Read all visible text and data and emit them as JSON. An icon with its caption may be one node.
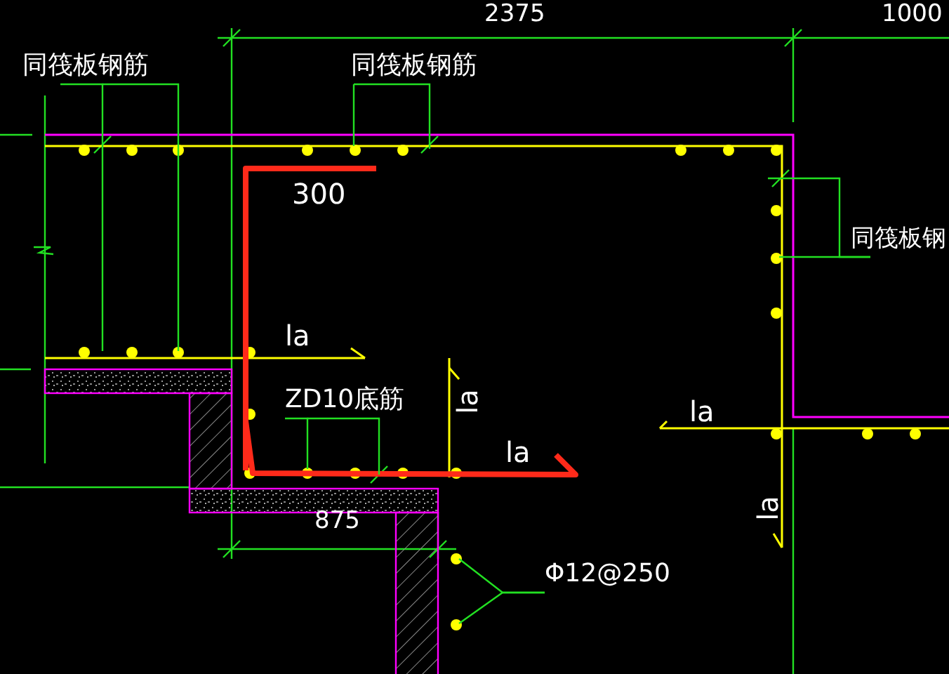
{
  "diagram": {
    "nodes": [
      {
        "text": [
          "同筏板钢筋"
        ]
      },
      {
        "text": [
          "同筏板钢筋"
        ]
      },
      {
        "text": [
          "同筏板钢"
        ]
      },
      {
        "text": [
          "ZD10底筋"
        ]
      },
      {
        "text": [
          "Φ12@250"
        ]
      }
    ],
    "edges": [
      {
        "from": 0,
        "to": null,
        "arrow": "none"
      },
      {
        "from": 0,
        "to": null,
        "arrow": "none"
      },
      {
        "from": 1,
        "to": null,
        "arrow": "none"
      },
      {
        "from": 1,
        "to": null,
        "arrow": "none"
      },
      {
        "from": 2,
        "to": null,
        "arrow": "none"
      },
      {
        "from": 2,
        "to": null,
        "arrow": "none"
      },
      {
        "from": 3,
        "to": null,
        "arrow": "none"
      },
      {
        "from": 3,
        "to": null,
        "arrow": "none"
      },
      {
        "from": 4,
        "to": null,
        "arrow": "none"
      },
      {
        "from": 4,
        "to": null,
        "arrow": "none"
      }
    ],
    "labels": [
      "2375",
      "1000",
      "300",
      "la",
      "la",
      "la",
      "la",
      "875",
      "la"
    ]
  }
}
